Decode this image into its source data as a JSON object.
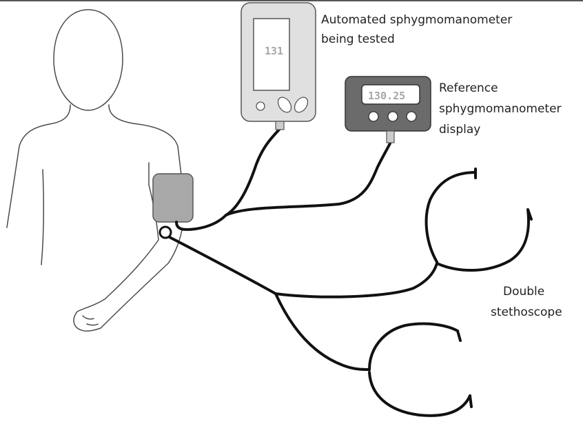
{
  "devices": {
    "automated": {
      "reading": "131",
      "label_lines": [
        "Automated sphygmomanometer",
        "being tested"
      ],
      "body_color": "#e0e0e0"
    },
    "reference": {
      "reading": "130.25",
      "label_lines": [
        "Reference",
        "sphygmomanometer",
        "display"
      ],
      "body_color": "#6b6b6b"
    }
  },
  "cuff": {
    "color": "#a8a8a8"
  },
  "stethoscope": {
    "label_lines": [
      "Double",
      "stethoscope"
    ]
  }
}
